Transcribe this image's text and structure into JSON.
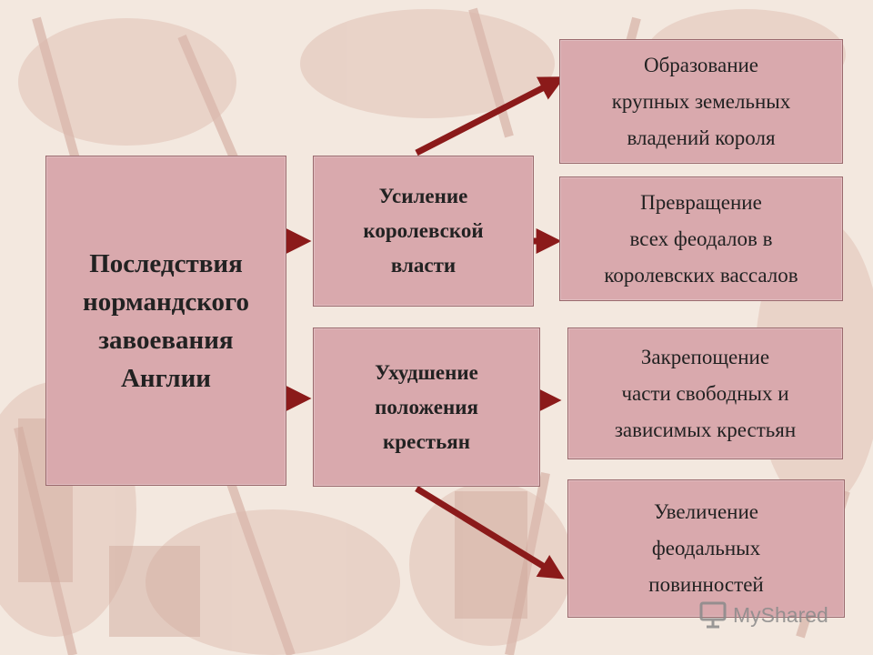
{
  "diagram": {
    "main_box": {
      "text": "Последствия\nнормандского\nзавоевания\nАнглии"
    },
    "mid_boxes": [
      {
        "text": "Усиление\nкоролевской\nвласти"
      },
      {
        "text": "Ухудшение\nположения\nкрестьян"
      }
    ],
    "outcome_boxes": [
      {
        "text": "Образование\nкрупных земельных\nвладений короля"
      },
      {
        "text": "Превращение\nвсех феодалов в\nкоролевских вассалов"
      },
      {
        "text": "Закрепощение\nчасти свободных и\nзависимых крестьян"
      },
      {
        "text": "Увеличение\nфеодальных\nповинностей"
      }
    ],
    "colors": {
      "box_fill": "#d9a9ad",
      "box_border": "#9a6a6e",
      "arrow": "#8b1a1a"
    }
  },
  "watermark": {
    "text": "MyShared"
  }
}
